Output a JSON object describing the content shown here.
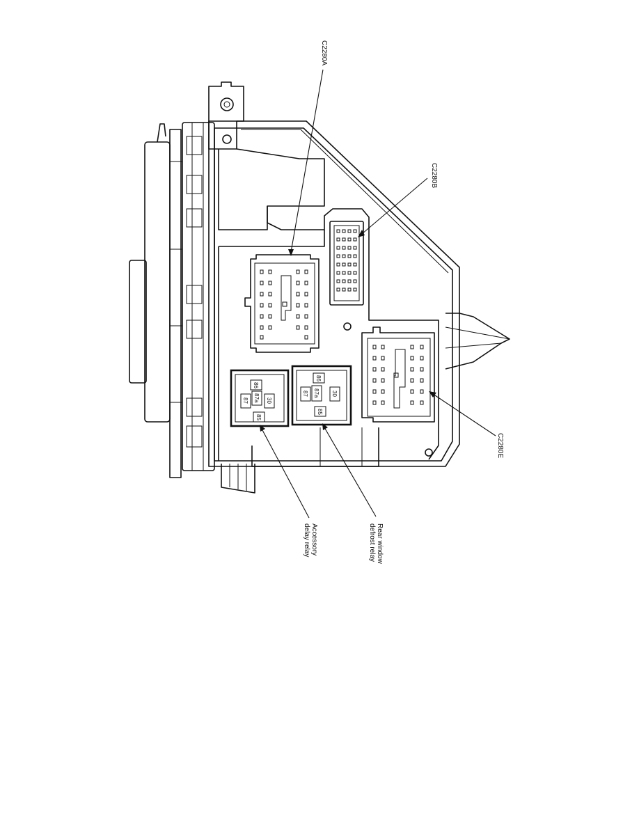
{
  "callouts": {
    "c2280a": "C2280A",
    "c2280b": "C2280B",
    "c2280e": "C2280E",
    "rear_window_line1": "Rear window",
    "rear_window_line2": "defrost relay",
    "accessory_line1": "Accessory",
    "accessory_line2": "delay relay"
  },
  "accessory_relay_terminals": {
    "t86": "86",
    "t87a": "87a",
    "t87": "87",
    "t30": "30",
    "t85": "85"
  },
  "rear_relay_terminals": {
    "t86": "86",
    "t87a": "87a",
    "t87": "87",
    "t30": "30",
    "t85": "85"
  }
}
